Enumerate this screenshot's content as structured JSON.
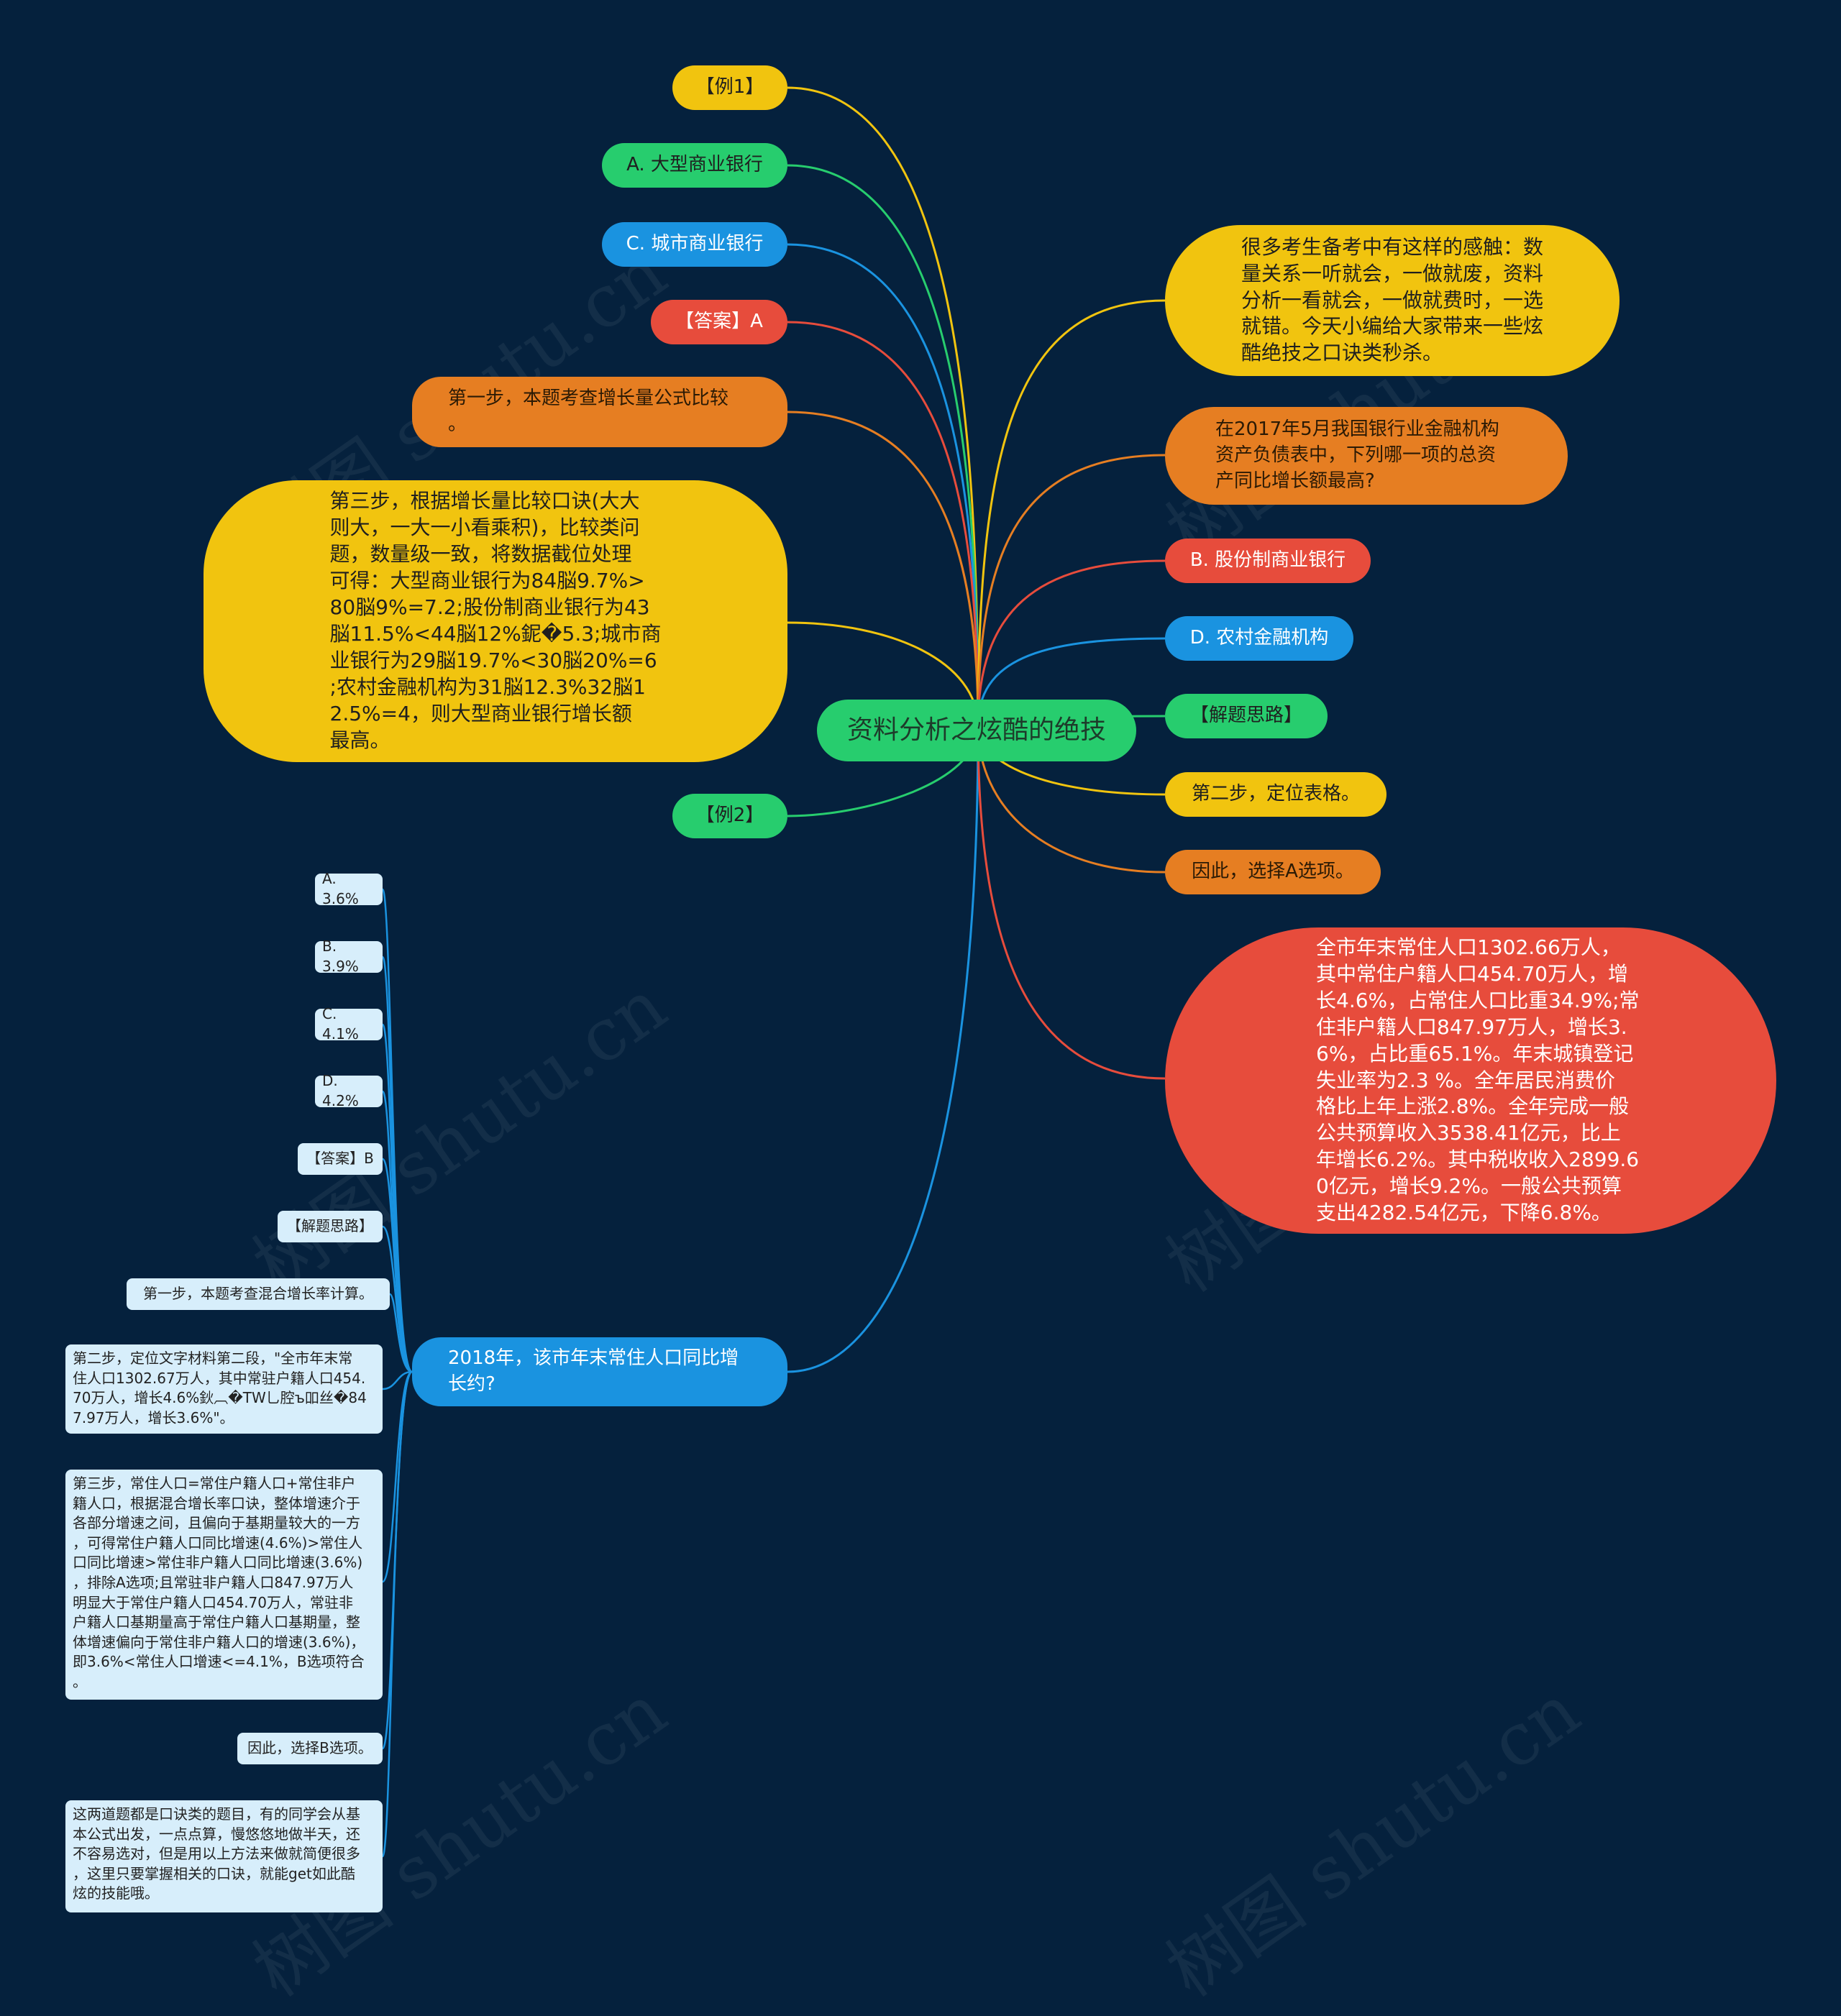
{
  "root": {
    "title": "资料分析之炫酷的绝技"
  },
  "left_nodes": {
    "ex1": "【例1】",
    "optA": "A. 大型商业银行",
    "optC": "C. 城市商业银行",
    "answer": "【答案】A",
    "step1": "第一步，本题考查增长量公式比较\n。",
    "step3": "第三步，根据增长量比较口诀(大大\n则大，一大一小看乘积)，比较类问\n题，数量级一致，将数据截位处理\n可得：大型商业银行为84脳9.7%>\n80脳9%=7.2;股份制商业银行为43\n脳11.5%<44脳12%鈮�5.3;城市商\n业银行为29脳19.7%<30脳20%=6\n;农村金融机构为31脳12.3%32脳1\n2.5%=4，则大型商业银行增长额\n最高。",
    "ex2": "【例2】",
    "question2": "2018年，该市年末常住人口同比增\n长约?"
  },
  "right_nodes": {
    "intro": "很多考生备考中有这样的感触：数\n量关系一听就会，一做就废，资料\n分析一看就会，一做就费时，一选\n就错。今天小编给大家带来一些炫\n酷绝技之口诀类秒杀。",
    "question1": "在2017年5月我国银行业金融机构\n资产负债表中，下列哪一项的总资\n产同比增长额最高?",
    "optB": "B. 股份制商业银行",
    "optD": "D. 农村金融机构",
    "thinking": "【解题思路】",
    "step2": "第二步，定位表格。",
    "conclusion": "因此，选择A选项。",
    "material": "全市年末常住人口1302.66万人，\n其中常住户籍人口454.70万人，增\n长4.6%，占常住人口比重34.9%;常\n住非户籍人口847.97万人，增长3.\n6%，占比重65.1%。年末城镇登记\n失业率为2.3 %。全年居民消费价\n格比上年上涨2.8%。全年完成一般\n公共预算收入3538.41亿元，比上\n年增长6.2%。其中税收收入2899.6\n0亿元，增长9.2%。一般公共预算\n支出4282.54亿元，下降6.8%。"
  },
  "sub_nodes": {
    "a": "A. 3.6%",
    "b": "B. 3.9%",
    "c": "C. 4.1%",
    "d": "D. 4.2%",
    "answer": "【答案】B",
    "thinking": "【解题思路】",
    "step1": "第一步，本题考查混合增长率计算。",
    "step2": "第二步，定位文字材料第二段，\"全市年末常\n住人口1302.67万人，其中常驻户籍人口454.\n70万人，增长4.6%鈥︹�TW乚腔ъ吅丝�84\n7.97万人，增长3.6%\"。",
    "step3": "第三步，常住人口=常住户籍人口+常住非户\n籍人口，根据混合增长率口诀，整体增速介于\n各部分增速之间，且偏向于基期量较大的一方\n，可得常住户籍人口同比增速(4.6%)>常住人\n口同比增速>常住非户籍人口同比增速(3.6%)\n，排除A选项;且常驻非户籍人口847.97万人\n明显大于常住户籍人口454.70万人，常驻非\n户籍人口基期量高于常住户籍人口基期量，整\n体增速偏向于常住非户籍人口的增速(3.6%)，\n即3.6%<常住人口增速<=4.1%，B选项符合\n。",
    "conclusion": "因此，选择B选项。",
    "summary": "这两道题都是口诀类的题目，有的同学会从基\n本公式出发，一点点算，慢悠悠地做半天，还\n不容易选对，但是用以上方法来做就简便很多\n，这里只要掌握相关的口诀，就能get如此酷\n炫的技能哦。"
  },
  "watermark": "树图 shutu.cn",
  "colors": {
    "background": "#05213d",
    "yellow": "#f1c40f",
    "green": "#27cd6e",
    "blue": "#1a93e0",
    "red": "#e74c3c",
    "orange": "#e67e22",
    "leaf": "#d7eefb"
  }
}
